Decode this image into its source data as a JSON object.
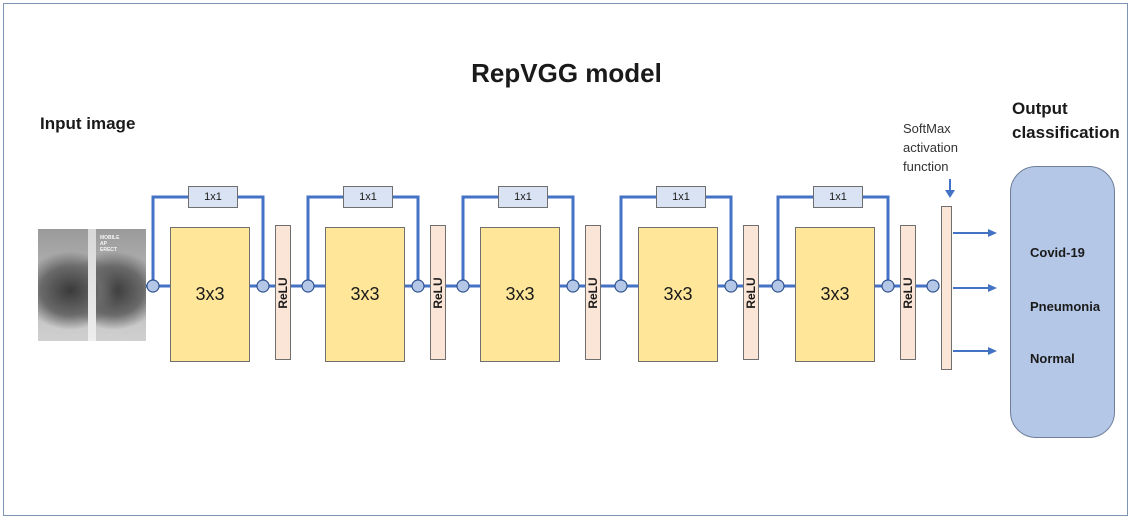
{
  "title": "RepVGG model",
  "input": {
    "label": "Input image",
    "xray_text": "MOBILE\nAP\nERECT"
  },
  "blocks": [
    {
      "main": "3x3",
      "branch": "1x1",
      "activation": "ReLU"
    },
    {
      "main": "3x3",
      "branch": "1x1",
      "activation": "ReLU"
    },
    {
      "main": "3x3",
      "branch": "1x1",
      "activation": "ReLU"
    },
    {
      "main": "3x3",
      "branch": "1x1",
      "activation": "ReLU"
    },
    {
      "main": "3x3",
      "branch": "1x1",
      "activation": "ReLU"
    }
  ],
  "softmax": {
    "label": "SoftMax activation function"
  },
  "output": {
    "label": "Output classification",
    "classes": [
      "Covid-19",
      "Pneumonia",
      "Normal"
    ]
  },
  "colors": {
    "wire": "#4472c4",
    "main_fill": "#ffe699",
    "branch_fill": "#dae3f3",
    "relu_fill": "#fbe5d6",
    "output_fill": "#b4c7e7"
  }
}
